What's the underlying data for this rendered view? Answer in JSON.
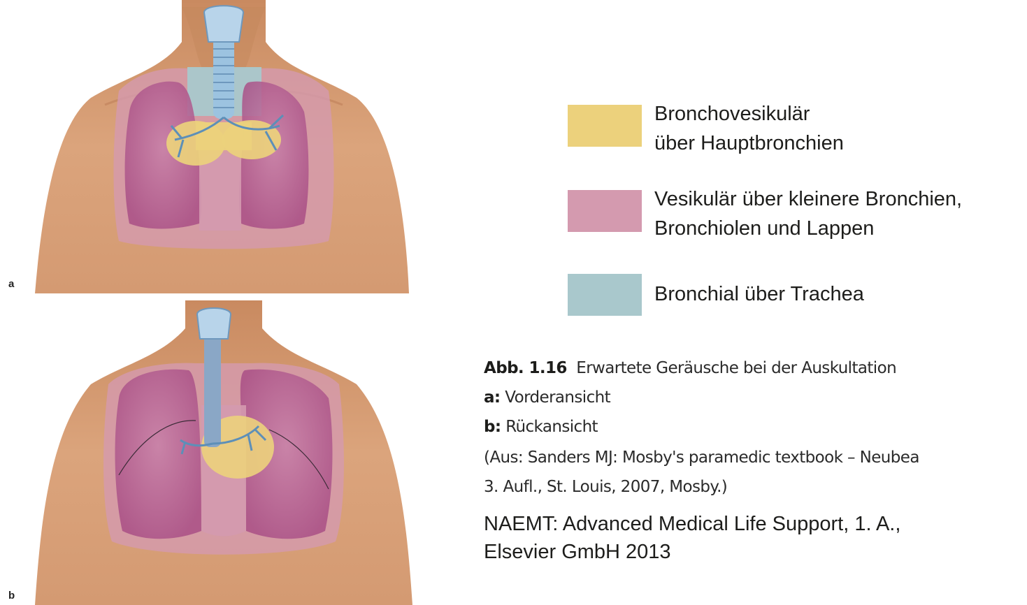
{
  "figure": {
    "panel_a_label": "a",
    "panel_b_label": "b",
    "panel_a_view": "front-torso-illustration",
    "panel_b_view": "back-torso-illustration"
  },
  "legend": {
    "items": [
      {
        "line1": "Bronchovesikulär",
        "line2": "über Hauptbronchien",
        "color": "#ecd17c"
      },
      {
        "line1": "Vesikulär über kleinere Bronchien,",
        "line2": "Bronchiolen und Lappen",
        "color": "#d49aaf"
      },
      {
        "line1": "Bronchial über Trachea",
        "line2": "",
        "color": "#a9c8cc"
      }
    ]
  },
  "caption": {
    "fig_number": "Abb. 1.16",
    "fig_title": "Erwartete Geräusche bei der Auskultation",
    "a_key": "a:",
    "a_text": "Vorderansicht",
    "b_key": "b:",
    "b_text": "Rückansicht",
    "source_line1": "(Aus: Sanders MJ: Mosby's paramedic textbook – Neubea",
    "source_line2": "3. Aufl., St. Louis, 2007, Mosby.)"
  },
  "source": {
    "line1": "NAEMT: Advanced Medical Life Support, 1. A.,",
    "line2": "Elsevier GmbH 2013"
  },
  "colors": {
    "skin": "#d9a27a",
    "skin_shadow": "#b97a54",
    "lung": "#c06d9a",
    "zone_pink": "#d49aaf",
    "zone_yellow": "#ecd17c",
    "zone_teal": "#a9c8cc",
    "trachea": "#8fb8d8"
  }
}
